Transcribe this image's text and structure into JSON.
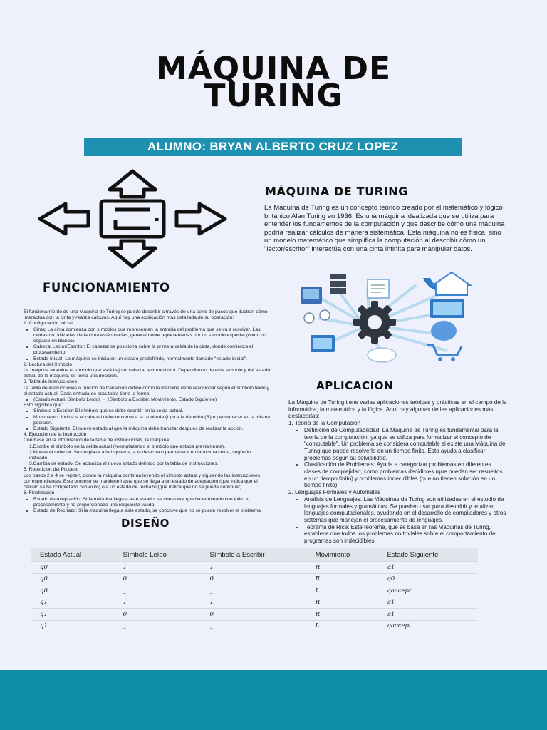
{
  "page": {
    "title_line1": "MÁQUINA DE",
    "title_line2": "TURING",
    "student_label": "ALUMNO:  BRYAN ALBERTO CRUZ LOPEZ",
    "accent": "#1f91b0",
    "footer_color": "#0e8ea7"
  },
  "intro": {
    "heading": "MÁQUINA DE TURING",
    "text": "La Máquina de Turing es un concepto teórico creado por el matemático y lógico británico Alan Turing en 1936. Es una máquina idealizada que se utiliza para entender los fundamentos de la computación y que describe cómo una máquina podría realizar cálculos de manera sistemática. Esta máquina no es física, sino un modelo matemático que simplifica la computación al describir cómo un \"lector/escritor\" interactúa con una cinta infinita para manipular datos."
  },
  "funcionamiento": {
    "heading": "FUNCIONAMIENTO",
    "intro": "El funcionamiento de una Máquina de Turing se puede describir a través de una serie de pasos que ilustran cómo interactúa con la cinta y realiza cálculos. Aquí hay una explicación más detallada de su operación:",
    "s1": "1. Configuración Inicial",
    "s1_items": [
      "Cinta: La cinta comienza con símbolos que representan la entrada del problema que se va a resolver. Las celdas no utilizadas de la cinta están vacías, generalmente representadas por un símbolo especial (como un espacio en blanco).",
      "Cabezal Lector/Escritor: El cabezal se posiciona sobre la primera celda de la cinta, donde comienza el procesamiento.",
      "Estado Inicial: La máquina se inicia en un estado predefinido, normalmente llamado \"estado inicial\"."
    ],
    "s2": "2. Lectura del Símbolo",
    "s2_text": "La máquina examina el símbolo que está bajo el cabezal lector/escritor. Dependiendo de este símbolo y del estado actual de la máquina, se toma una decisión.",
    "s3": "3. Tabla de Instrucciones",
    "s3_text": "La tabla de instrucciones o función de transición define cómo la máquina debe reaccionar según el símbolo leído y el estado actual. Cada entrada de esta tabla tiene la forma:",
    "s3_items": [
      "(Estado Actual, Símbolo Leído) → (Símbolo a Escribir, Movimiento, Estado Siguiente)"
    ],
    "s3_after": "Esto significa que:",
    "s3_items2": [
      "Símbolo a Escribir: El símbolo que se debe escribir en la celda actual.",
      "Movimiento: Indica si el cabezal debe moverse a la izquierda (L) o a la derecha (R) o permanecer en la misma posición.",
      "Estado Siguiente: El nuevo estado al que la máquina debe transitar después de realizar la acción."
    ],
    "s4": "4. Ejecución de la Instrucción",
    "s4_text": "Con base en la información de la tabla de instrucciones, la máquina:",
    "s4_items": [
      "1.Escribe el símbolo en la celda actual (reemplazando el símbolo que estaba previamente).",
      "2.Mueve el cabezal: Se desplaza a la izquierda, a la derecha o permanece en la misma celda, según lo indicado.",
      "3.Cambia de estado: Se actualiza al nuevo estado definido por la tabla de instrucciones."
    ],
    "s5": "5. Repetición del Proceso",
    "s5_text": "Los pasos 2 a 4 se repiten, donde la máquina continúa leyendo el símbolo actual y siguiendo las instrucciones correspondientes. Este proceso se mantiene hasta que se llega a un estado de aceptación (que indica que el cálculo se ha completado con éxito) o a un estado de rechazo (que indica que no se puede continuar).",
    "s6": "6. Finalización",
    "s6_items": [
      "Estado de Aceptación: Si la máquina llega a este estado, se considera que ha terminado con éxito el procesamiento y ha proporcionado una respuesta válida.",
      "Estado de Rechazo: Si la máquina llega a este estado, se concluye que no se puede resolver el problema."
    ]
  },
  "aplicacion": {
    "heading": "APLICACION",
    "intro": "La Máquina de Turing tiene varias aplicaciones teóricas y prácticas en el campo de la informática, la matemática y la lógica. Aquí hay algunas de las aplicaciones más destacadas:",
    "s1": "1. Teoría de la Computación",
    "s1_items": [
      "Definición de Computabilidad: La Máquina de Turing es fundamental para la teoría de la computación, ya que se utiliza para formalizar el concepto de \"computable\". Un problema se considera computable si existe una Máquina de Turing que puede resolverlo en un tiempo finito. Esto ayuda a clasificar problemas según su solvibilidad.",
      "Clasificación de Problemas: Ayuda a categorizar problemas en diferentes clases de complejidad, como problemas decidibles (que pueden ser resueltos en un tiempo finito) y problemas indecidibles (que no tienen solución en un tiempo finito)."
    ],
    "s2": "2. Lenguajes Formales y Autómatas",
    "s2_items": [
      "Análisis de Lenguajes: Las Máquinas de Turing son utilizadas en el estudio de lenguajes formales y gramáticas. Se pueden usar para describir y analizar lenguajes computacionales, ayudando en el desarrollo de compiladores y otros sistemas que manejan el procesamiento de lenguajes.",
      "Teorema de Rice: Este teorema, que se basa en las Máquinas de Turing, establece que todos los problemas no triviales sobre el comportamiento de programas son indecidibles."
    ]
  },
  "diseno": {
    "heading": "DISEÑO",
    "headers": [
      "Estado Actual",
      "Símbolo Leído",
      "Símbolo a Escribir",
      "Movimiento",
      "Estado Siguiente"
    ],
    "rows": [
      [
        "q0",
        "1",
        "1",
        "R",
        "q1"
      ],
      [
        "q0",
        "0",
        "0",
        "R",
        "q0"
      ],
      [
        "q0",
        "_",
        "_",
        "L",
        "qaccept"
      ],
      [
        "q1",
        "1",
        "1",
        "R",
        "q1"
      ],
      [
        "q1",
        "0",
        "0",
        "R",
        "q1"
      ],
      [
        "q1",
        "_",
        "_",
        "L",
        "qaccept"
      ]
    ]
  },
  "icons": {
    "left_icon": "robot-arrows-icon",
    "right_icon": "gear-network-infographic-icon"
  }
}
